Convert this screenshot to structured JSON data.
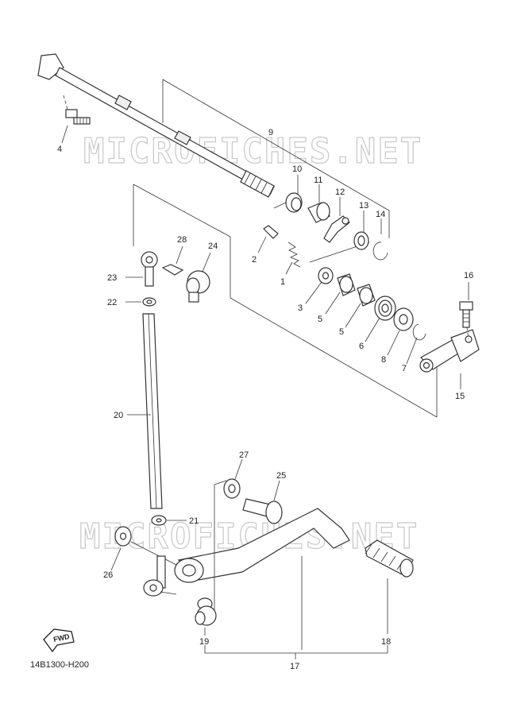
{
  "watermark": "MICROFICHES.NET",
  "diagram_code": "14B1300-H200",
  "fwd_label": "FWD",
  "parts": [
    {
      "id": "p1",
      "label": "1"
    },
    {
      "id": "p2",
      "label": "2"
    },
    {
      "id": "p3",
      "label": "3"
    },
    {
      "id": "p4",
      "label": "4"
    },
    {
      "id": "p5a",
      "label": "5"
    },
    {
      "id": "p5b",
      "label": "5"
    },
    {
      "id": "p6",
      "label": "6"
    },
    {
      "id": "p7",
      "label": "7"
    },
    {
      "id": "p8",
      "label": "8"
    },
    {
      "id": "p9",
      "label": "9"
    },
    {
      "id": "p10",
      "label": "10"
    },
    {
      "id": "p11",
      "label": "11"
    },
    {
      "id": "p12",
      "label": "12"
    },
    {
      "id": "p13",
      "label": "13"
    },
    {
      "id": "p14",
      "label": "14"
    },
    {
      "id": "p15",
      "label": "15"
    },
    {
      "id": "p16",
      "label": "16"
    },
    {
      "id": "p17",
      "label": "17"
    },
    {
      "id": "p18",
      "label": "18"
    },
    {
      "id": "p19",
      "label": "19"
    },
    {
      "id": "p20",
      "label": "20"
    },
    {
      "id": "p21",
      "label": "21"
    },
    {
      "id": "p22",
      "label": "22"
    },
    {
      "id": "p23",
      "label": "23"
    },
    {
      "id": "p24",
      "label": "24"
    },
    {
      "id": "p25",
      "label": "25"
    },
    {
      "id": "p26",
      "label": "26"
    },
    {
      "id": "p27",
      "label": "27"
    },
    {
      "id": "p28",
      "label": "28"
    }
  ]
}
